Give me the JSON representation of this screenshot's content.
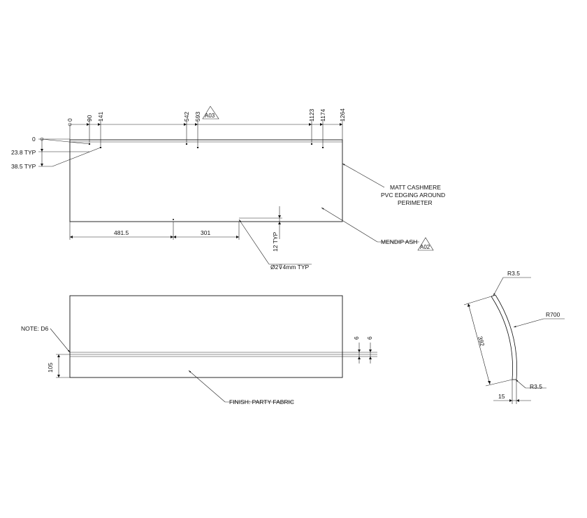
{
  "top_view": {
    "dims_x": [
      "0",
      "90",
      "141",
      "542",
      "593",
      "1123",
      "1174",
      "1264"
    ],
    "dims_y": [
      "0",
      "23.8 TYP",
      "38.5 TYP"
    ],
    "dim_bottom_left": "481.5",
    "dim_bottom_right": "301",
    "dim_hole_height": "12 TYP",
    "hole_note": "Ø2⊽4mm TYP",
    "ref_a03": "A03",
    "ref_a02": "A02",
    "edging_note": [
      "MATT CASHMERE",
      "PVC EDGING AROUND",
      "PERIMETER"
    ],
    "material_note": "MENDIP ASH"
  },
  "front_view": {
    "note": "NOTE: D6",
    "dim_height": "105",
    "dim_gap_1": "6",
    "dim_gap_2": "6",
    "finish_note": "FINISH: PARTY FABRIC"
  },
  "side_view": {
    "radius_top": "R3.5",
    "radius_arc": "R700",
    "radius_bottom": "R3.5",
    "dim_length": "392",
    "dim_thickness": "15"
  }
}
